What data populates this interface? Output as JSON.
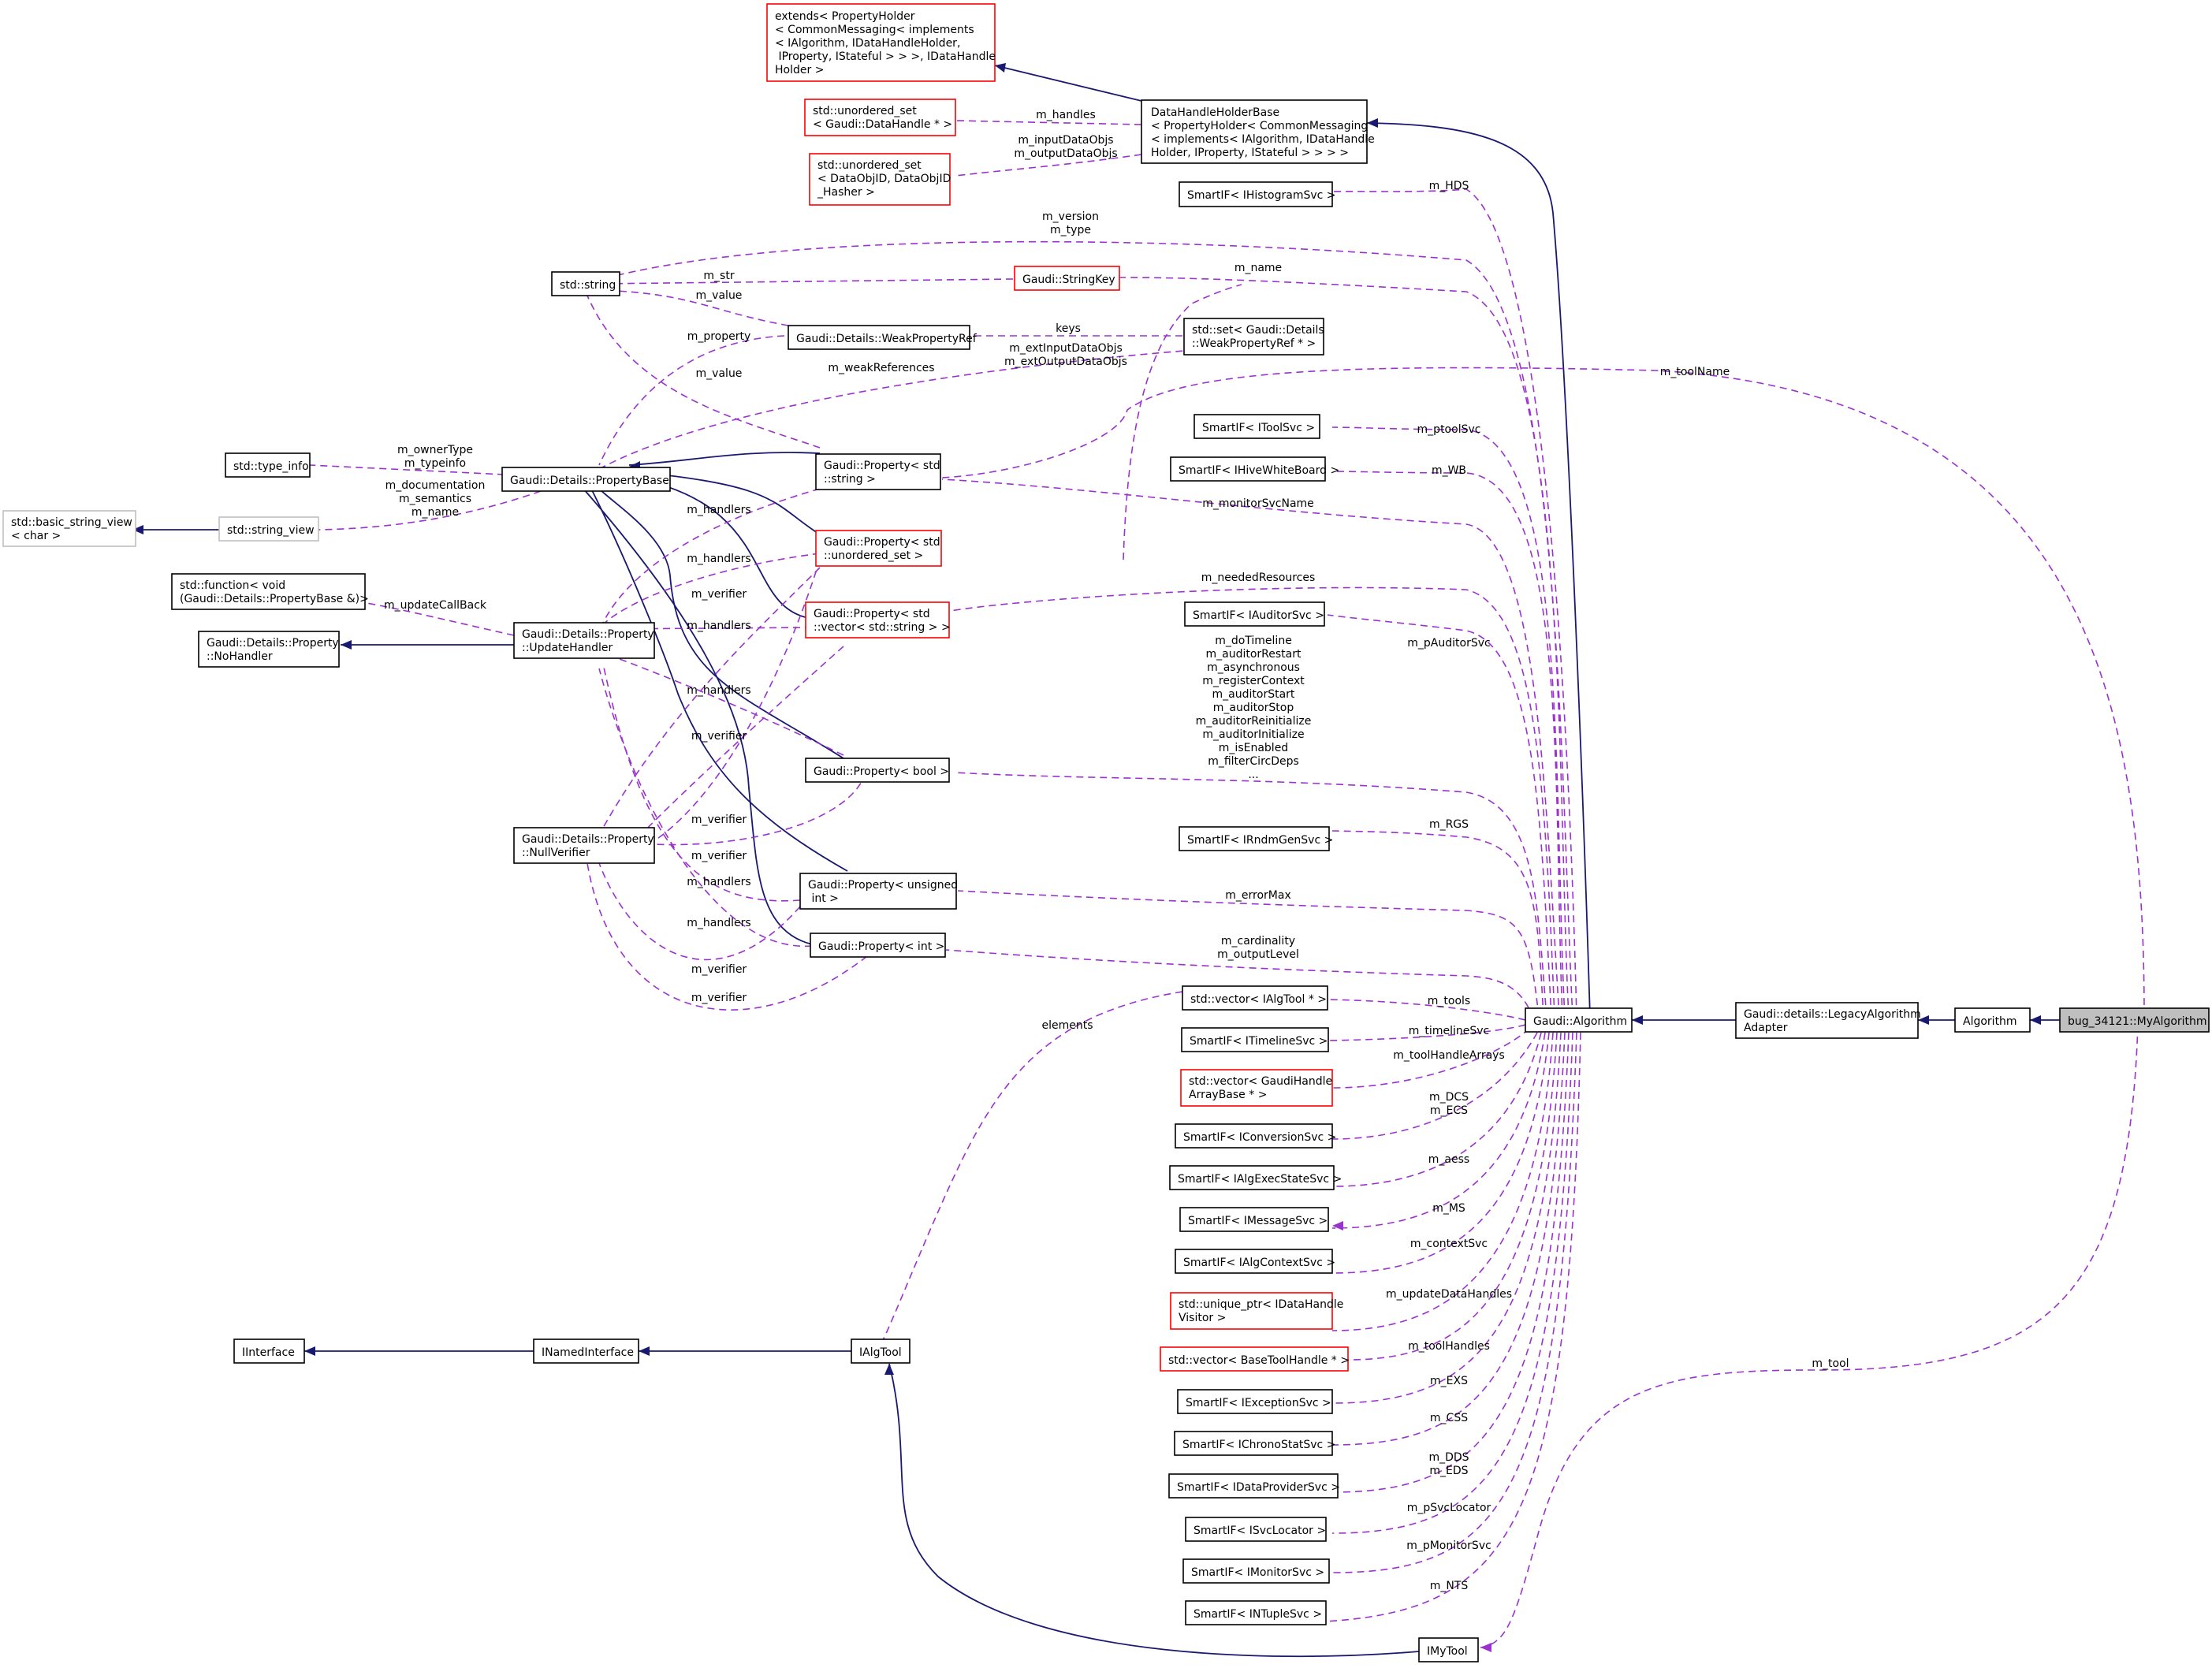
{
  "nodes": {
    "propertyholder": "extends< PropertyHolder\n< CommonMessaging< implements\n< IAlgorithm, IDataHandleHolder,\n IProperty, IStateful > > >, IDataHandle\nHolder >",
    "datahandleholderbase": "DataHandleHolderBase\n< PropertyHolder< CommonMessaging\n< implements< IAlgorithm, IDataHandle\nHolder, IProperty, IStateful > > > >",
    "unordered_set_datahandle": "std::unordered_set\n< Gaudi::DataHandle * >",
    "unordered_set_dataobjid": "std::unordered_set\n< DataObjID, DataObjID\n_Hasher >",
    "smartif_ihistogramsvc": "SmartIF< IHistogramSvc >",
    "std_string": "std::string",
    "stringkey": "Gaudi::StringKey",
    "weakpropertyref": "Gaudi::Details::WeakPropertyRef",
    "set_weakpropertyref": "std::set< Gaudi::Details\n::WeakPropertyRef * >",
    "type_info": "std::type_info",
    "propertybase": "Gaudi::Details::PropertyBase",
    "basic_string_view": "std::basic_string_view\n< char >",
    "string_view": "std::string_view",
    "property_string": "Gaudi::Property< std\n::string >",
    "property_unordered_set": "Gaudi::Property< std\n::unordered_set >",
    "property_vector_string": "Gaudi::Property< std\n::vector< std::string > >",
    "std_function": "std::function< void\n(Gaudi::Details::PropertyBase &)>",
    "nohandler": "Gaudi::Details::Property\n::NoHandler",
    "updatehandler": "Gaudi::Details::Property\n::UpdateHandler",
    "property_bool": "Gaudi::Property< bool >",
    "nullverifier": "Gaudi::Details::Property\n::NullVerifier",
    "property_unsigned": "Gaudi::Property< unsigned\n int >",
    "property_int": "Gaudi::Property< int >",
    "smartif_itoolsvc": "SmartIF< IToolSvc >",
    "smartif_ihivewhiteboard": "SmartIF< IHiveWhiteBoard >",
    "smartif_iauditorsvc": "SmartIF< IAuditorSvc >",
    "smartif_irndmgensvc": "SmartIF< IRndmGenSvc >",
    "vector_ialgtool": "std::vector< IAlgTool * >",
    "smartif_itimelinesvc": "SmartIF< ITimelineSvc >",
    "vector_gaudihandlearraybase": "std::vector< GaudiHandle\nArrayBase * >",
    "smartif_iconversionsvc": "SmartIF< IConversionSvc >",
    "smartif_ialgexecstatesvc": "SmartIF< IAlgExecStateSvc >",
    "smartif_imessagesvc": "SmartIF< IMessageSvc >",
    "smartif_ialgcontextsvc": "SmartIF< IAlgContextSvc >",
    "unique_ptr_idatahandlevisitor": "std::unique_ptr< IDataHandle\nVisitor >",
    "vector_basetoolhandle": "std::vector< BaseToolHandle * >",
    "smartif_iexceptionsvc": "SmartIF< IExceptionSvc >",
    "smartif_ichronostatsvc": "SmartIF< IChronoStatSvc >",
    "smartif_idataprovidersvc": "SmartIF< IDataProviderSvc >",
    "smartif_isvclocator": "SmartIF< ISvcLocator >",
    "smartif_imonitorsvc": "SmartIF< IMonitorSvc >",
    "smartif_intuplesvc": "SmartIF< INTupleSvc >",
    "iinterface": "IInterface",
    "inamedinterface": "INamedInterface",
    "ialgtool": "IAlgTool",
    "imytool": "IMyTool",
    "gaudi_algorithm": "Gaudi::Algorithm",
    "legacyalgorithmadapter": "Gaudi::details::LegacyAlgorithm\nAdapter",
    "algorithm": "Algorithm",
    "myalgorithm": "bug_34121::MyAlgorithm"
  },
  "edge_labels": {
    "m_handles": "m_handles",
    "m_inputdataobjs": "m_inputDataObjs\nm_outputDataObjs",
    "m_hds": "m_HDS",
    "m_version": "m_version\nm_type",
    "m_str": "m_str",
    "m_name_top": "m_name",
    "m_value_top": "m_value",
    "m_property": "m_property",
    "keys": "keys",
    "m_extinput": "m_extInputDataObjs\nm_extOutputDataObjs",
    "m_weakreferences": "m_weakReferences",
    "m_value_mid": "m_value",
    "m_toolname": "m_toolName",
    "m_ownertype": "m_ownerType\nm_typeinfo",
    "m_documentation": "m_documentation\nm_semantics\nm_name",
    "m_ptoolsvc": "m_ptoolSvc",
    "m_wb": "m_WB",
    "m_handlers_1": "m_handlers",
    "m_monitorsvcname": "m_monitorSvcName",
    "m_handlers_2": "m_handlers",
    "m_verifier_1": "m_verifier",
    "m_neededresources": "m_neededResources",
    "m_handlers_3": "m_handlers",
    "m_updatecallback": "m_updateCallBack",
    "m_pauditorsvc": "m_pAuditorSvc",
    "m_flags": "m_doTimeline\nm_auditorRestart\nm_asynchronous\nm_registerContext\nm_auditorStart\nm_auditorStop\nm_auditorReinitialize\nm_auditorInitialize\nm_isEnabled\nm_filterCircDeps\n...",
    "m_handlers_4": "m_handlers",
    "m_verifier_2": "m_verifier",
    "m_rgs": "m_RGS",
    "m_verifier_3": "m_verifier",
    "m_verifier_4": "m_verifier",
    "m_errormax": "m_errorMax",
    "m_handlers_5": "m_handlers",
    "m_handlers_6": "m_handlers",
    "m_cardinality": "m_cardinality\nm_outputLevel",
    "m_verifier_5": "m_verifier",
    "m_verifier_6": "m_verifier",
    "m_tools": "m_tools",
    "elements": "elements",
    "m_timelinesvc": "m_timelineSvc",
    "m_toolhandlearrays": "m_toolHandleArrays",
    "m_dcs": "m_DCS\nm_ECS",
    "m_aess": "m_aess",
    "m_ms": "m_MS",
    "m_contextsvc": "m_contextSvc",
    "m_updatedatahandles": "m_updateDataHandles",
    "m_toolhandles": "m_toolHandles",
    "m_tool": "m_tool",
    "m_exs": "m_EXS",
    "m_css": "m_CSS",
    "m_dds": "m_DDS\nm_EDS",
    "m_psvclocator": "m_pSvcLocator",
    "m_pmonitorsvc": "m_pMonitorSvc",
    "m_nts": "m_NTS"
  }
}
